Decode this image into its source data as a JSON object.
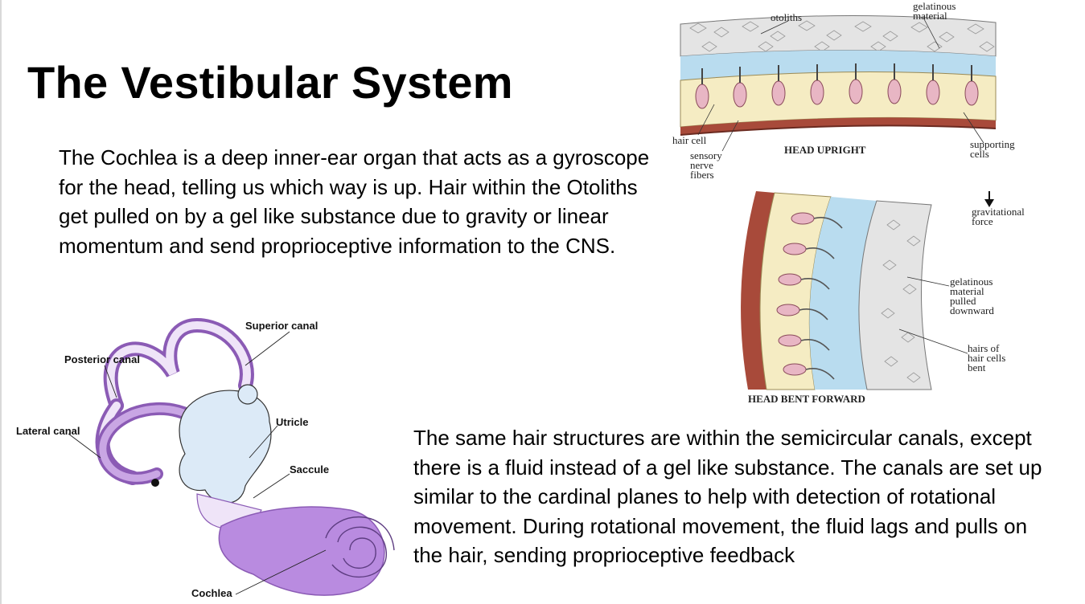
{
  "slide": {
    "title": "The Vestibular System",
    "paragraph1": "The Cochlea is a deep inner-ear organ that acts as a gyroscope for the head, telling us which way is up. Hair within the Otoliths get pulled on by a gel like substance due to gravity or linear momentum and send proprioceptive information to the CNS.",
    "paragraph2": "The same hair structures are within the semicircular canals, except there is a fluid instead of a gel like substance. The canals are set up similar to the cardinal planes to help with detection of rotational movement. During rotational movement, the fluid lags and pulls on the hair, sending proprioceptive feedback"
  },
  "otolith_diagram": {
    "labels": {
      "gelatinous_1": "gelatinous",
      "gelatinous_2": "material",
      "otoliths": "otoliths",
      "hair_cell": "hair cell",
      "sensory_1": "sensory",
      "sensory_2": "nerve",
      "sensory_3": "fibers",
      "head_upright": "HEAD UPRIGHT",
      "supporting_1": "supporting",
      "supporting_2": "cells",
      "grav_1": "gravitational",
      "grav_2": "force",
      "pulled_1": "gelatinous",
      "pulled_2": "material",
      "pulled_3": "pulled",
      "pulled_4": "downward",
      "bent_1": "hairs of",
      "bent_2": "hair cells",
      "bent_3": "bent",
      "head_bent": "HEAD BENT FORWARD"
    }
  },
  "ear_diagram": {
    "labels": {
      "superior": "Superior canal",
      "posterior": "Posterior canal",
      "lateral": "Lateral canal",
      "utricle": "Utricle",
      "saccule": "Saccule",
      "cochlea": "Cochlea"
    },
    "colors": {
      "canal_fill": "#c9a6e4",
      "canal_stroke": "#8b5bb5",
      "vestibule": "#dceaf7",
      "cochlea": "#b98be0"
    }
  }
}
